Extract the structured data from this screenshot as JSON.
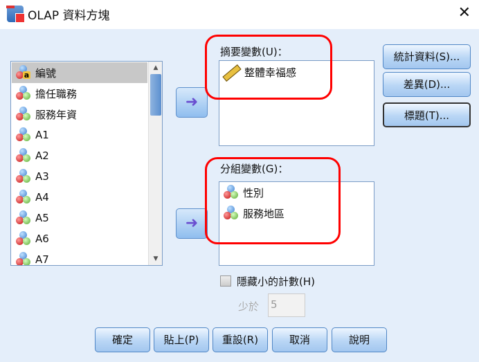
{
  "window": {
    "title": "OLAP 資料方塊",
    "close": "✕"
  },
  "source_list": {
    "items": [
      {
        "label": "編號",
        "type": "nominal-string"
      },
      {
        "label": "擔任職務",
        "type": "nominal"
      },
      {
        "label": "服務年資",
        "type": "nominal"
      },
      {
        "label": "A1",
        "type": "nominal"
      },
      {
        "label": "A2",
        "type": "nominal"
      },
      {
        "label": "A3",
        "type": "nominal"
      },
      {
        "label": "A4",
        "type": "nominal"
      },
      {
        "label": "A5",
        "type": "nominal"
      },
      {
        "label": "A6",
        "type": "nominal"
      },
      {
        "label": "A7",
        "type": "nominal"
      }
    ],
    "selected": "編號"
  },
  "summary": {
    "label": "摘要變數(U)：",
    "items": [
      "整體幸福感"
    ]
  },
  "grouping": {
    "label": "分組變數(G)：",
    "items": [
      "性別",
      "服務地區"
    ]
  },
  "right_buttons": {
    "statistics": "統計資料(S)...",
    "differences": "差異(D)...",
    "title": "標題(T)..."
  },
  "hide": {
    "label": "隱藏小的計數(H)",
    "checked": false,
    "less_than_label": "少於",
    "less_than_value": "5"
  },
  "bottom_buttons": {
    "ok": "確定",
    "paste": "貼上(P)",
    "reset": "重設(R)",
    "cancel": "取消",
    "help": "說明"
  },
  "arrow": "➜"
}
